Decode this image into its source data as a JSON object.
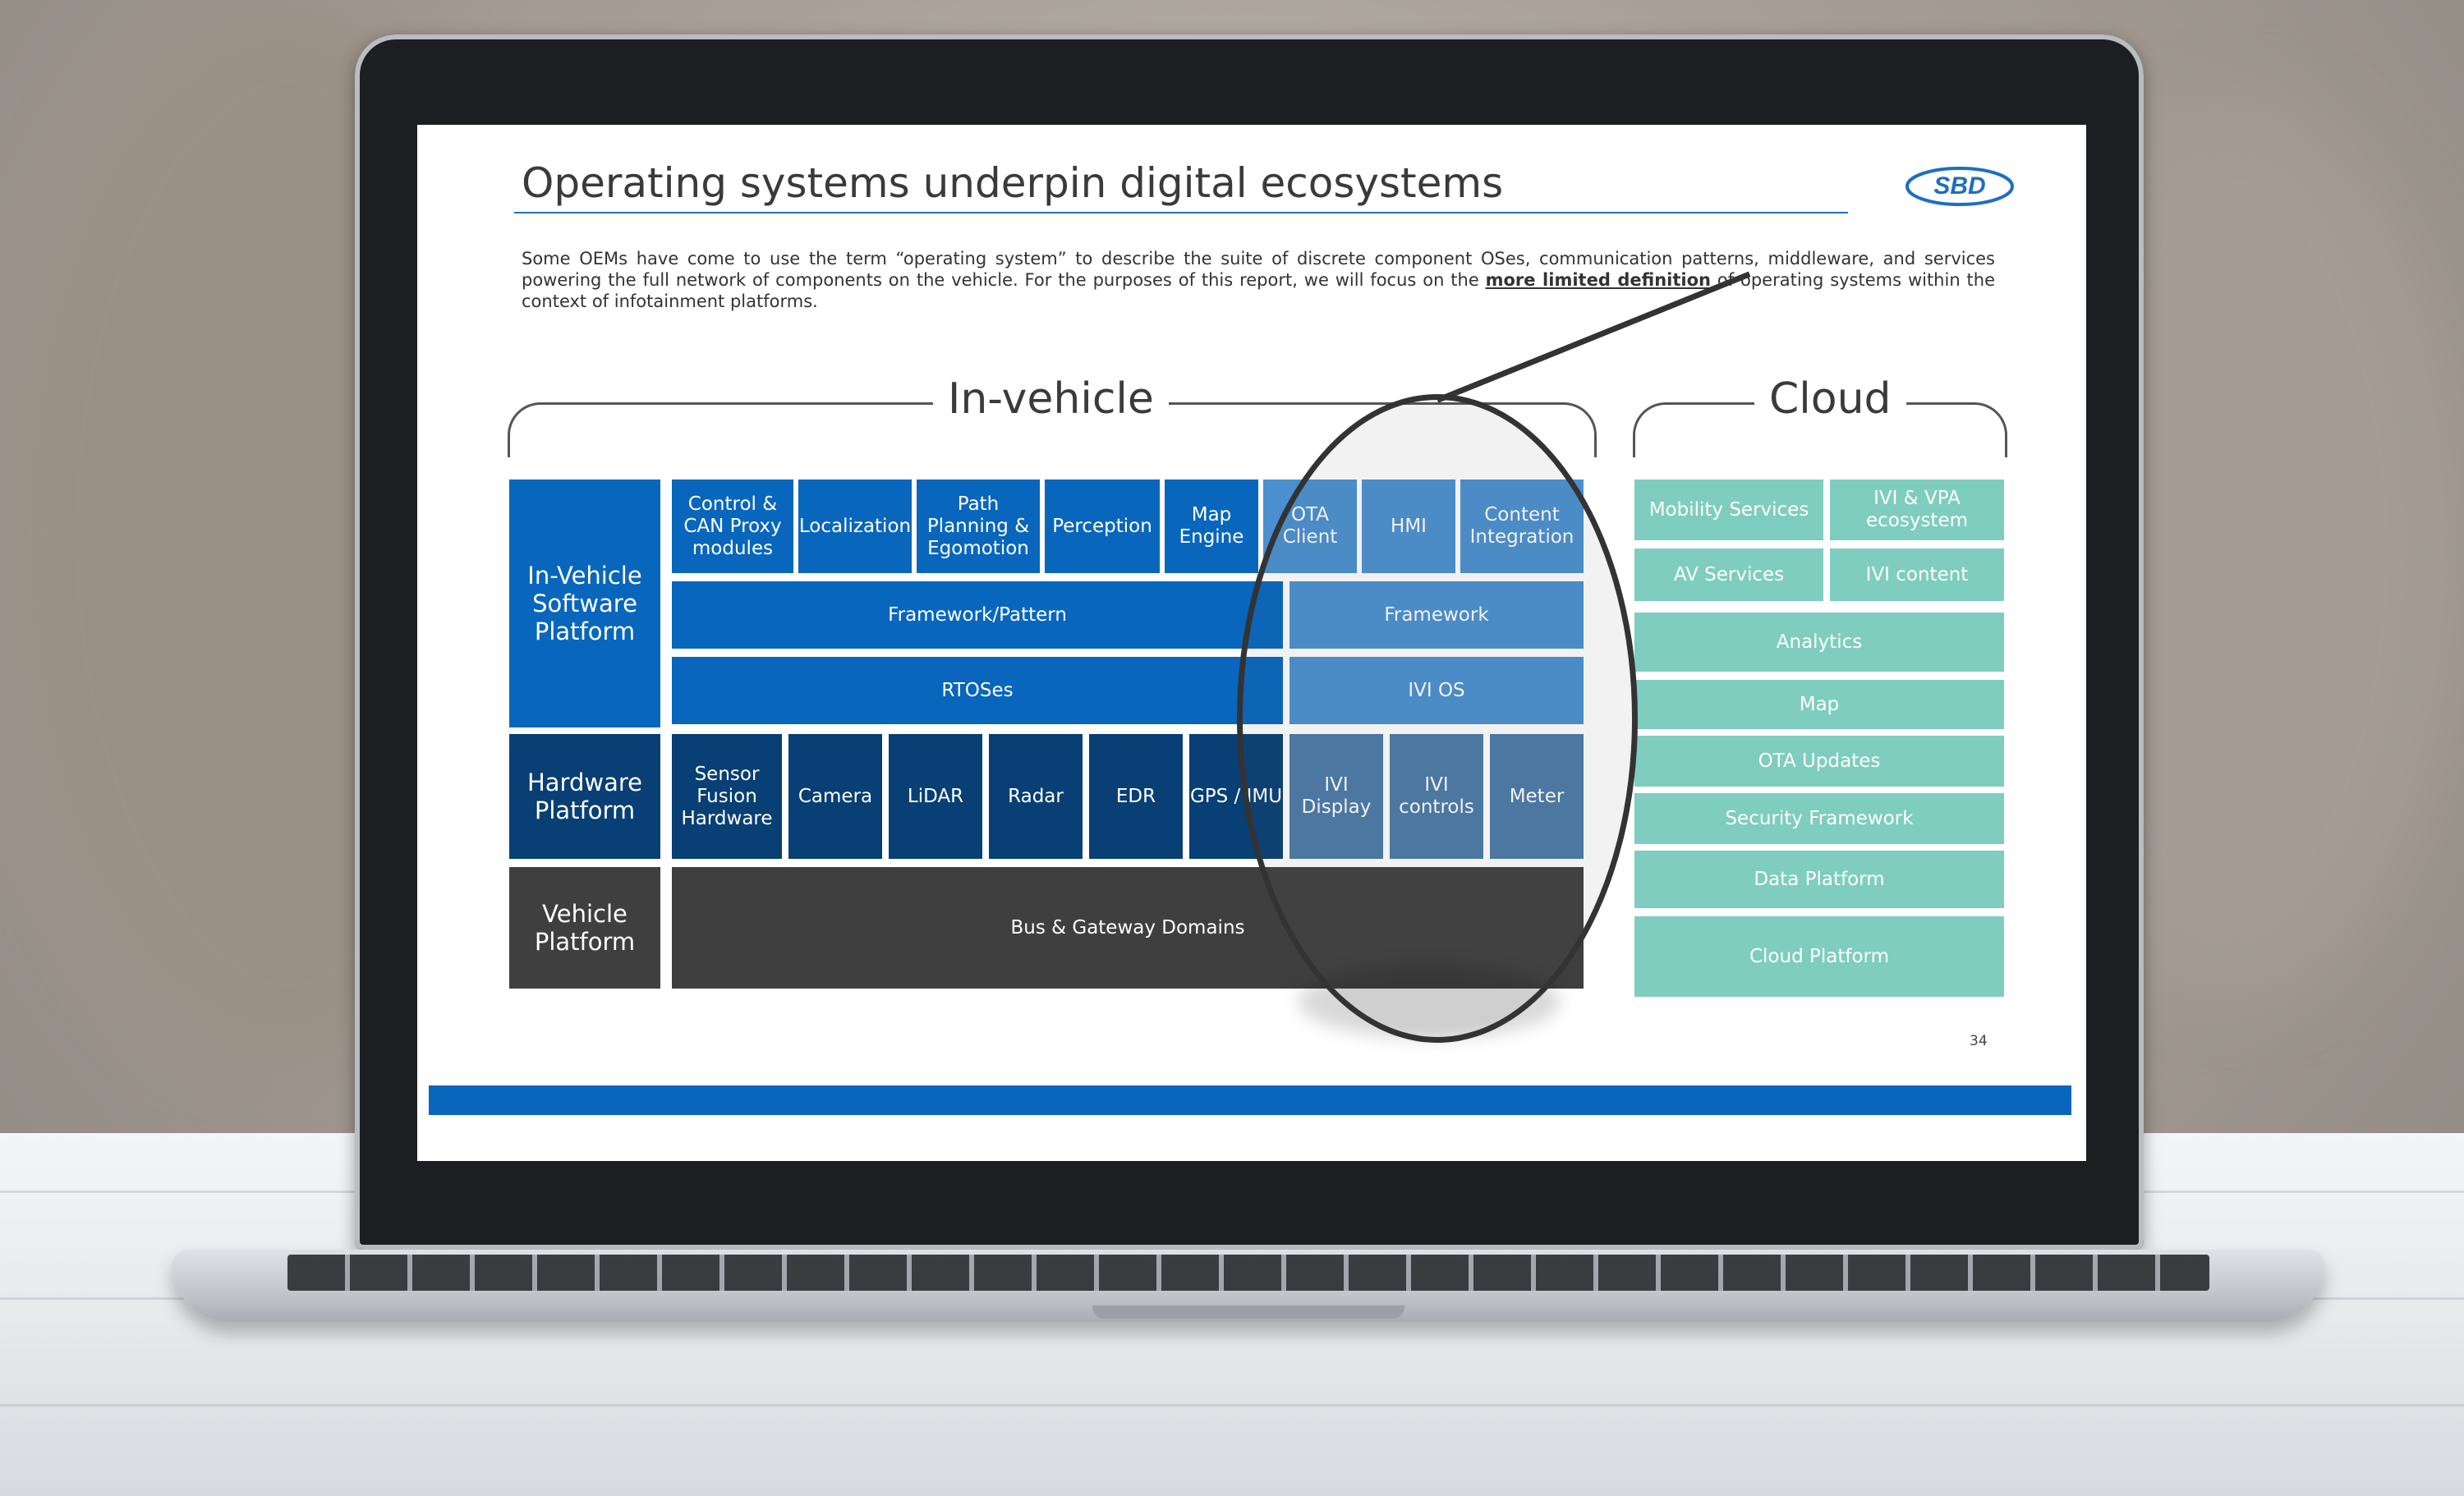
{
  "slide": {
    "title": "Operating systems underpin digital ecosystems",
    "logo_text": "SBD",
    "intro_part1": "Some OEMs have come to use the term “operating system” to describe the suite of discrete component OSes, communication patterns, middleware, and services powering the full network of components on the vehicle. For the purposes of this report, we will focus on the ",
    "intro_emphasis": "more limited definition",
    "intro_part2": " of operating systems within the context of infotainment platforms.",
    "page_number": "34"
  },
  "in_vehicle": {
    "label": "In-vehicle",
    "rows": {
      "software_platform": "In-Vehicle Software Platform",
      "hardware_platform": "Hardware Platform",
      "vehicle_platform": "Vehicle Platform"
    },
    "software_top": [
      "Control & CAN Proxy modules",
      "Localization",
      "Path Planning & Egomotion",
      "Perception",
      "Map Engine",
      "OTA Client",
      "HMI",
      "Content Integration"
    ],
    "framework_pattern": "Framework/Pattern",
    "framework": "Framework",
    "rtoses": "RTOSes",
    "ivi_os": "IVI OS",
    "hardware": [
      "Sensor Fusion Hardware",
      "Camera",
      "LiDAR",
      "Radar",
      "EDR",
      "GPS / IMU",
      "IVI Display",
      "IVI controls",
      "Meter"
    ],
    "bus": "Bus & Gateway Domains"
  },
  "cloud": {
    "label": "Cloud",
    "items": [
      "Mobility Services",
      "IVI & VPA ecosystem",
      "AV Services",
      "IVI content",
      "Analytics",
      "Map",
      "OTA Updates",
      "Security Framework",
      "Data Platform",
      "Cloud Platform"
    ]
  },
  "colors": {
    "blue": "#0866bd",
    "light_blue": "#4a90d0",
    "navy": "#083f74",
    "steel": "#4a7aa8",
    "dark_gray": "#3f3f3f",
    "teal": "#7fcdbf"
  }
}
